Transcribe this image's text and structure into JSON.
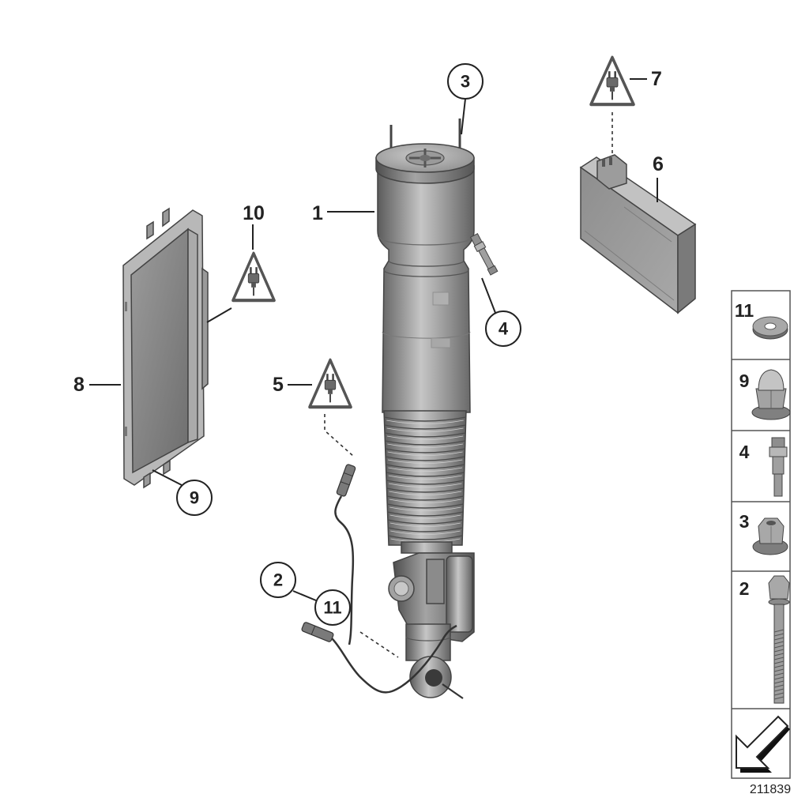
{
  "callouts": {
    "part_1": "1",
    "part_2": "2",
    "part_3": "3",
    "part_4": "4",
    "part_5": "5",
    "part_6": "6",
    "part_7": "7",
    "part_8": "8",
    "part_9": "9",
    "part_10": "10",
    "part_11": "11"
  },
  "legend": {
    "items": [
      {
        "label": "11"
      },
      {
        "label": "9"
      },
      {
        "label": "4"
      },
      {
        "label": "3"
      },
      {
        "label": "2"
      }
    ]
  },
  "figure_number": "211839",
  "colors": {
    "line": "#222222",
    "part_gray": "#9a9a9a",
    "background": "#ffffff"
  }
}
